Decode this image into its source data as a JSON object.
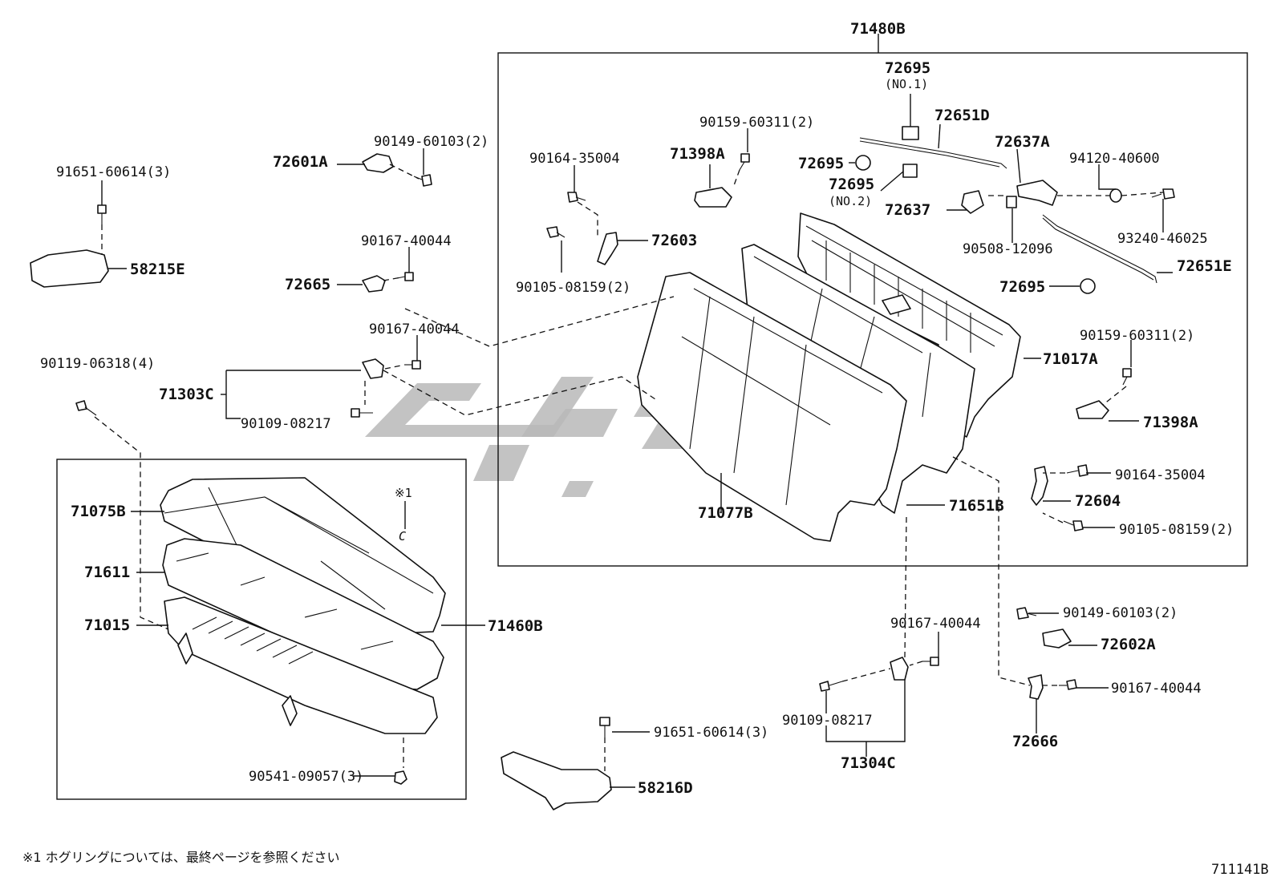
{
  "diagram": {
    "labels": {
      "p71480B": "71480B",
      "p72695_no1": "72695",
      "p72695_no1_sub": "(NO.1)",
      "p72651D": "72651D",
      "p72637A": "72637A",
      "p94120": "94120-40600",
      "p72695_a": "72695",
      "p72695_no2": "72695",
      "p72695_no2_sub": "(NO.2)",
      "p72637": "72637",
      "p90508": "90508-12096",
      "p93240": "93240-46025",
      "p72651E": "72651E",
      "p72695_b": "72695",
      "p90159_top": "90159-60311(2)",
      "p71398A_top": "71398A",
      "p90164_top": "90164-35004",
      "p72603": "72603",
      "p90105_top": "90105-08159(2)",
      "p72601A": "72601A",
      "p90149_top": "90149-60103(2)",
      "p91651_left": "91651-60614(3)",
      "p58215E": "58215E",
      "p90167_a": "90167-40044",
      "p72665": "72665",
      "p90167_b": "90167-40044",
      "p90119": "90119-06318(4)",
      "p71303C": "71303C",
      "p90109_a": "90109-08217",
      "p71017A": "71017A",
      "p90159_right": "90159-60311(2)",
      "p71398A_right": "71398A",
      "p90164_right": "90164-35004",
      "p72604": "72604",
      "p90105_right": "90105-08159(2)",
      "p71077B": "71077B",
      "p71651B": "71651B",
      "p71075B": "71075B",
      "p71611": "71611",
      "p71015": "71015",
      "p71460B": "71460B",
      "p_ref1": "※1",
      "p_c": "C",
      "p90541": "90541-09057(3)",
      "p91651_bottom": "91651-60614(3)",
      "p58216D": "58216D",
      "p90167_c": "90167-40044",
      "p90109_b": "90109-08217",
      "p71304C": "71304C",
      "p90149_right": "90149-60103(2)",
      "p72602A": "72602A",
      "p90167_d": "90167-40044",
      "p72666": "72666"
    },
    "footnote": "※1 ホグリングについては、最終ページを参照ください",
    "figure_id": "711141B"
  },
  "colors": {
    "line": "#111111",
    "watermark": "#b9b9b9",
    "background": "#ffffff"
  }
}
